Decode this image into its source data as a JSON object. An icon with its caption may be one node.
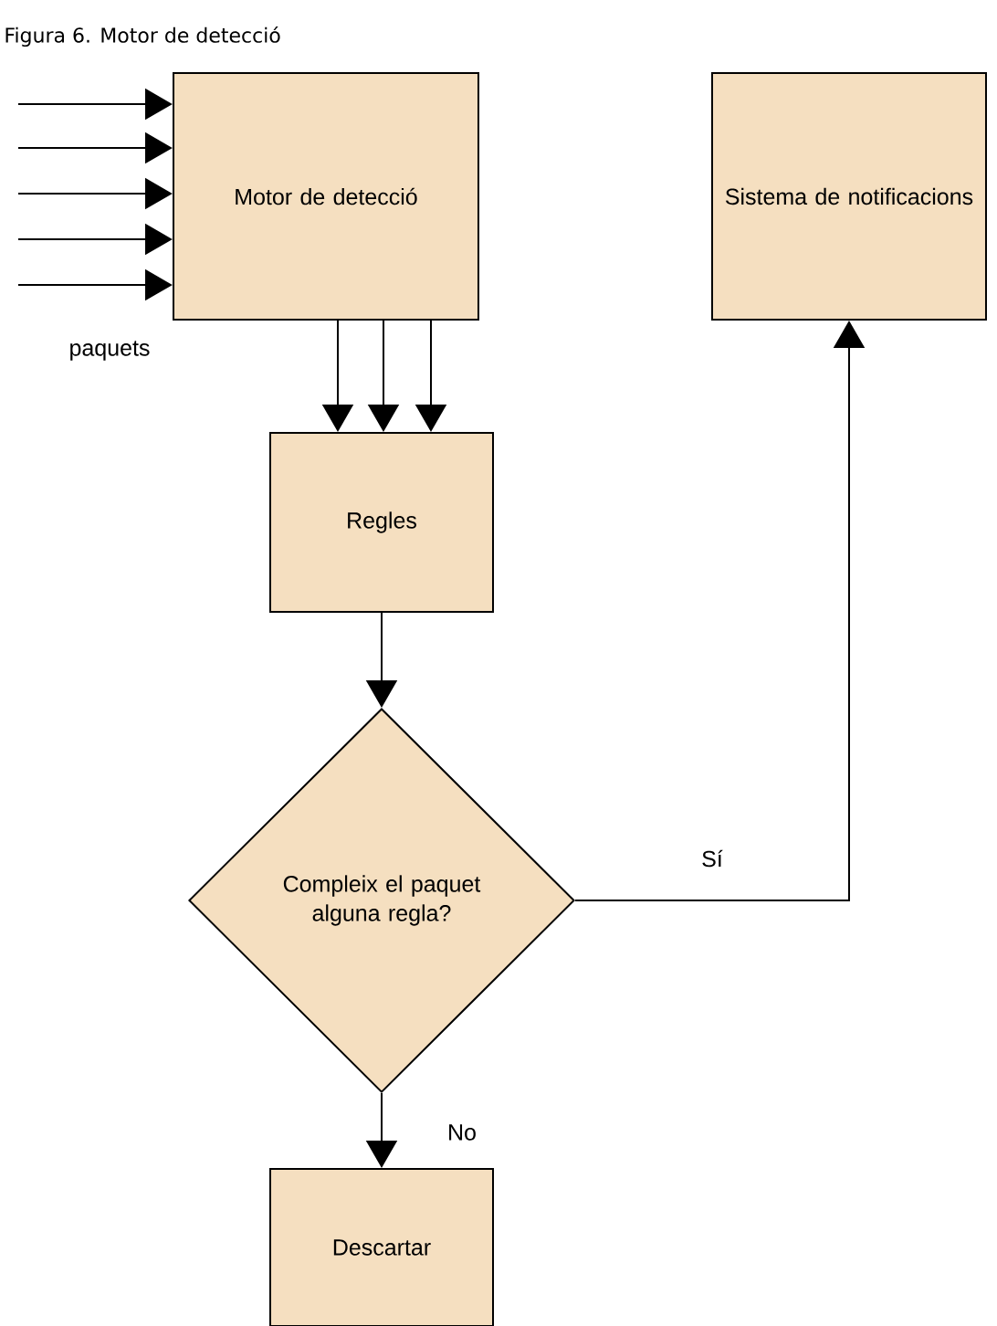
{
  "diagram": {
    "title": "Figura 6. Motor de detecció",
    "nodes": [
      {
        "text": [
          "Motor de detecció"
        ]
      },
      {
        "text": [
          "Sistema de notificacions"
        ]
      },
      {
        "text": [
          "Regles"
        ]
      },
      {
        "text": [
          "Compleix el paquet alguna regla?"
        ]
      },
      {
        "text": [
          "Descartar"
        ]
      }
    ],
    "edges": [
      {
        "from": null,
        "to": 0,
        "arrow": "to"
      },
      {
        "from": null,
        "to": 0,
        "arrow": "to"
      },
      {
        "from": null,
        "to": 0,
        "arrow": "to"
      },
      {
        "from": null,
        "to": 0,
        "arrow": "to"
      },
      {
        "from": null,
        "to": 0,
        "arrow": "to"
      },
      {
        "from": 0,
        "to": 2,
        "arrow": "to"
      },
      {
        "from": 0,
        "to": 2,
        "arrow": "to"
      },
      {
        "from": 0,
        "to": 2,
        "arrow": "to"
      },
      {
        "from": 2,
        "to": 3,
        "arrow": "to"
      },
      {
        "from": 3,
        "to": 1,
        "arrow": "to",
        "label": "Sí"
      },
      {
        "from": 3,
        "to": 4,
        "arrow": "to",
        "label": "No"
      }
    ],
    "labels": [
      "paquets"
    ]
  }
}
